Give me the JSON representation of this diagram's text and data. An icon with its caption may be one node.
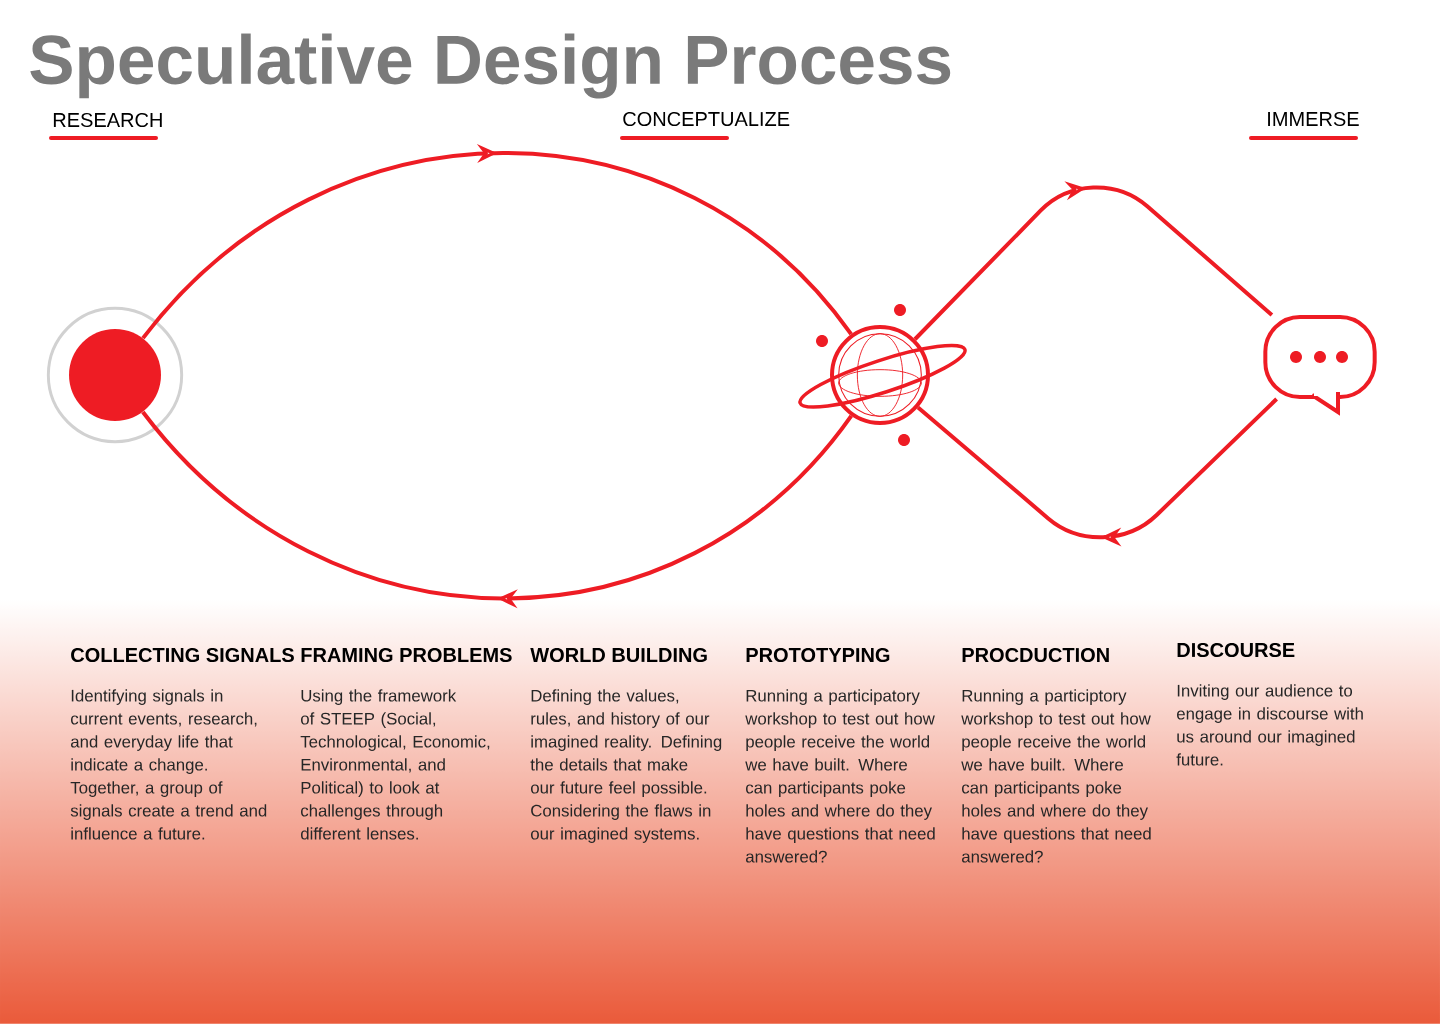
{
  "diagram": {
    "title": "Speculative Design Process",
    "nodes": [
      {
        "text": [],
        "shape": "circle"
      },
      {
        "text": [],
        "shape": "planet"
      },
      {
        "text": [],
        "shape": "bubble"
      }
    ],
    "edges": [
      {
        "from": 0,
        "to": 1,
        "arrow": "to"
      },
      {
        "from": 1,
        "to": 0,
        "arrow": "to"
      },
      {
        "from": 1,
        "to": 2,
        "arrow": "to"
      },
      {
        "from": 2,
        "to": 1,
        "arrow": "to"
      }
    ],
    "labels": [
      "RESEARCH",
      "CONCEPTUALIZE",
      "IMMERSE",
      "COLLECTING SIGNALS",
      "Identifying signals in current events, research, and everyday life that indicate a change. Together, a group of signals create a trend and influence a future.",
      "FRAMING PROBLEMS",
      "Using the framework of STEEP (Social, Technological, Economic, Environmental, and Political) to look at challenges through different lenses.",
      "WORLD BUILDING",
      "Defining the values, rules, and history of our imagined reality. Defining the details that make our future feel possible. Considering the flaws in our imagined systems.",
      "PROTOTYPING",
      "Running a participatory workshop to test out how people receive the world we have built. Where can participants poke holes and where do they have questions that need answered?",
      "PROCDUCTION",
      "Running a participtory workshop to test out how people receive the world we have built. Where can participants poke holes and where do they have questions that need answered?",
      "DISCOURSE",
      "Inviting our audience to engage in discourse with us around our imagined future."
    ]
  }
}
